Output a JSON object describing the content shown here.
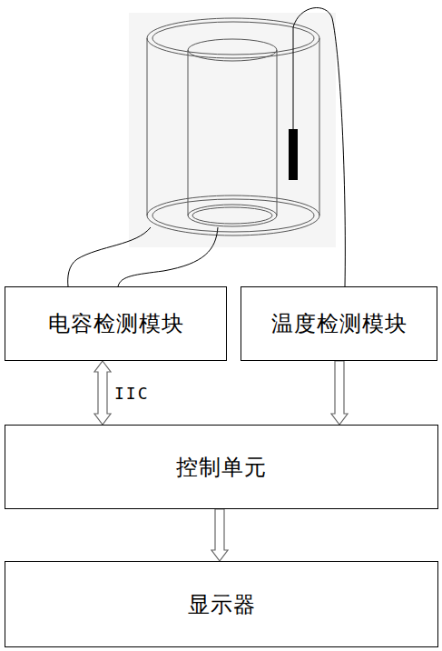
{
  "diagram": {
    "nodes": [
      {
        "text": [
          "电容检测模块"
        ]
      },
      {
        "text": [
          "温度检测模块"
        ]
      },
      {
        "text": [
          "控制单元"
        ]
      },
      {
        "text": [
          "显示器"
        ]
      }
    ],
    "edges": [
      {
        "from": 0,
        "to": 2,
        "arrow": "both",
        "label": "IIC"
      },
      {
        "from": 1,
        "to": 2,
        "arrow": "to"
      },
      {
        "from": 2,
        "to": 3,
        "arrow": "to"
      }
    ]
  }
}
